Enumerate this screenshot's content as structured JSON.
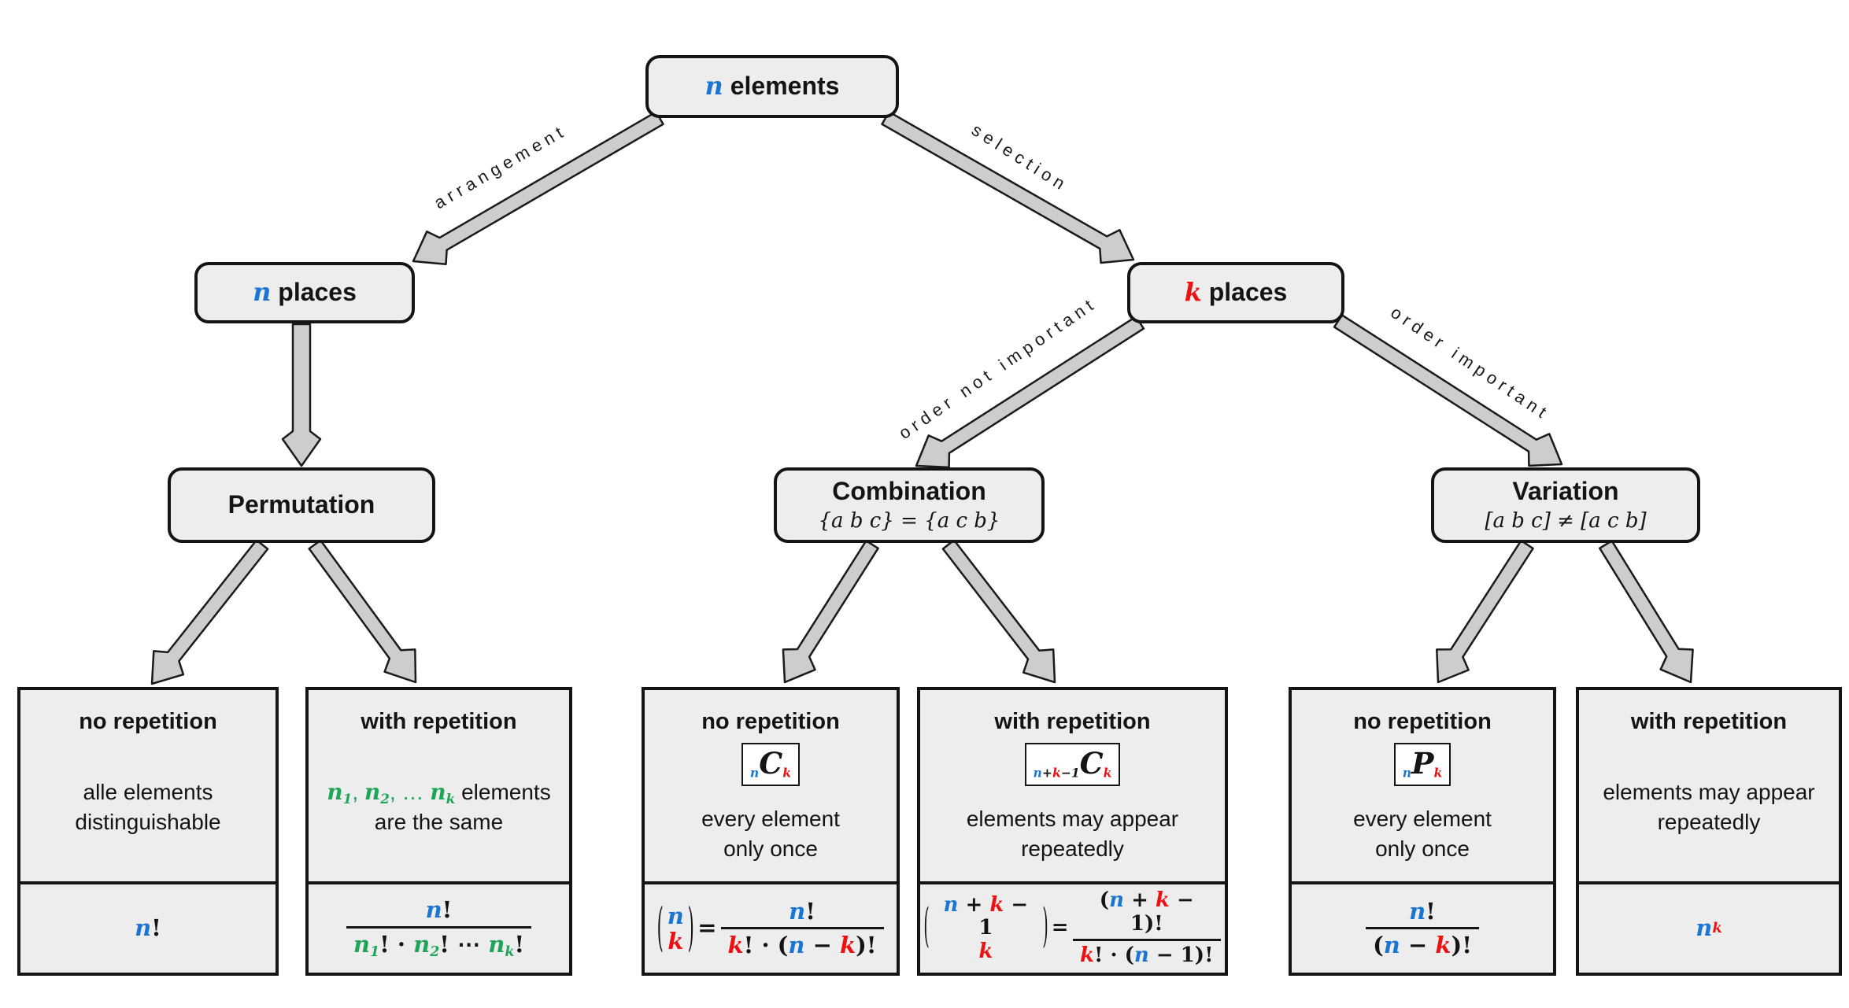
{
  "palette": {
    "blue": "#1a76d2",
    "red": "#ee1111",
    "green": "#1fa558",
    "black": "#141414"
  },
  "nodes": {
    "root": {
      "title": [
        {
          "s": "n",
          "c": "blue",
          "v": 1
        },
        {
          "s": " elements"
        }
      ]
    },
    "n_places": {
      "title": [
        {
          "s": "n",
          "c": "blue",
          "v": 1
        },
        {
          "s": " places"
        }
      ]
    },
    "k_places": {
      "title": [
        {
          "s": "k",
          "c": "red",
          "v": 1
        },
        {
          "s": " places"
        }
      ]
    },
    "permutation": {
      "title": [
        {
          "s": "Permutation"
        }
      ]
    },
    "combination": {
      "title": [
        {
          "s": "Combination"
        }
      ],
      "subtitle": [
        {
          "s": "{a b c} = {a c b}",
          "m": 1
        }
      ]
    },
    "variation": {
      "title": [
        {
          "s": "Variation"
        }
      ],
      "subtitle": [
        {
          "s": "[a b c] ≠ [a c b]",
          "m": 1
        }
      ]
    }
  },
  "edges": {
    "arrangement": "arrangement",
    "selection": "selection",
    "order_not_important": "order not important",
    "order_important": "order important"
  },
  "leaves": [
    {
      "id": "permutation-no-repetition",
      "title": "no repetition",
      "desc": [
        [
          {
            "s": "alle elements"
          }
        ],
        [
          {
            "s": "distinguishable"
          }
        ]
      ],
      "formula": [
        {
          "s": "n",
          "c": "blue",
          "v": 1
        },
        {
          "s": "!"
        }
      ]
    },
    {
      "id": "permutation-with-repetition",
      "title": "with repetition",
      "desc": [
        [
          {
            "s": "n",
            "c": "green",
            "v": 1
          },
          {
            "s": "1",
            "c": "green",
            "v": 1,
            "sub": 1
          },
          {
            "s": ", ",
            "c": "green"
          },
          {
            "s": "n",
            "c": "green",
            "v": 1
          },
          {
            "s": "2",
            "c": "green",
            "v": 1,
            "sub": 1
          },
          {
            "s": ", … ",
            "c": "green"
          },
          {
            "s": "n",
            "c": "green",
            "v": 1
          },
          {
            "s": "k",
            "c": "green",
            "v": 1,
            "sub": 1
          },
          {
            "s": " elements"
          }
        ],
        [
          {
            "s": "are the same"
          }
        ]
      ],
      "formula": [
        {
          "frac": {
            "num": [
              {
                "s": "n",
                "c": "blue",
                "v": 1
              },
              {
                "s": "!"
              }
            ],
            "den": [
              {
                "s": "n",
                "c": "green",
                "v": 1
              },
              {
                "s": "1",
                "c": "green",
                "v": 1,
                "sub": 1
              },
              {
                "s": "! · "
              },
              {
                "s": "n",
                "c": "green",
                "v": 1
              },
              {
                "s": "2",
                "c": "green",
                "v": 1,
                "sub": 1
              },
              {
                "s": "! ⋯ "
              },
              {
                "s": "n",
                "c": "green",
                "v": 1
              },
              {
                "s": "k",
                "c": "green",
                "v": 1,
                "sub": 1
              },
              {
                "s": "!"
              }
            ]
          }
        }
      ]
    },
    {
      "id": "combination-no-repetition",
      "title": "no repetition",
      "badge": [
        {
          "s": "n",
          "c": "blue",
          "v": 1,
          "sub": 1
        },
        {
          "s": "C",
          "v": 1,
          "big": 1
        },
        {
          "s": "k",
          "c": "red",
          "v": 1,
          "sub": 1
        }
      ],
      "desc": [
        [
          {
            "s": "every element"
          }
        ],
        [
          {
            "s": "only once"
          }
        ]
      ],
      "formula": [
        {
          "binom": {
            "top": [
              {
                "s": "n",
                "c": "blue",
                "v": 1
              }
            ],
            "bot": [
              {
                "s": "k",
                "c": "red",
                "v": 1
              }
            ]
          }
        },
        {
          "s": " = "
        },
        {
          "frac": {
            "num": [
              {
                "s": "n",
                "c": "blue",
                "v": 1
              },
              {
                "s": "!"
              }
            ],
            "den": [
              {
                "s": "k",
                "c": "red",
                "v": 1
              },
              {
                "s": "! · ("
              },
              {
                "s": "n",
                "c": "blue",
                "v": 1
              },
              {
                "s": " − "
              },
              {
                "s": "k",
                "c": "red",
                "v": 1
              },
              {
                "s": ")!"
              }
            ]
          }
        }
      ]
    },
    {
      "id": "combination-with-repetition",
      "title": "with repetition",
      "badge": [
        {
          "s": "n",
          "c": "blue",
          "v": 1,
          "sub": 1
        },
        {
          "s": "+",
          "v": 1,
          "sub": 1
        },
        {
          "s": "k",
          "c": "red",
          "v": 1,
          "sub": 1
        },
        {
          "s": "−1",
          "v": 1,
          "sub": 1
        },
        {
          "s": "C",
          "v": 1,
          "big": 1
        },
        {
          "s": "k",
          "c": "red",
          "v": 1,
          "sub": 1
        }
      ],
      "desc": [
        [
          {
            "s": "elements may appear"
          }
        ],
        [
          {
            "s": "repeatedly"
          }
        ]
      ],
      "formula": [
        {
          "binom": {
            "top": [
              {
                "s": "n",
                "c": "blue",
                "v": 1
              },
              {
                "s": " + "
              },
              {
                "s": "k",
                "c": "red",
                "v": 1
              },
              {
                "s": " − 1"
              }
            ],
            "bot": [
              {
                "s": "k",
                "c": "red",
                "v": 1
              }
            ]
          }
        },
        {
          "s": " = "
        },
        {
          "frac": {
            "num": [
              {
                "s": "("
              },
              {
                "s": "n",
                "c": "blue",
                "v": 1
              },
              {
                "s": " + "
              },
              {
                "s": "k",
                "c": "red",
                "v": 1
              },
              {
                "s": " − 1)!"
              }
            ],
            "den": [
              {
                "s": "k",
                "c": "red",
                "v": 1
              },
              {
                "s": "! · ("
              },
              {
                "s": "n",
                "c": "blue",
                "v": 1
              },
              {
                "s": " − 1)!"
              }
            ]
          }
        }
      ]
    },
    {
      "id": "variation-no-repetition",
      "title": "no repetition",
      "badge": [
        {
          "s": "n",
          "c": "blue",
          "v": 1,
          "sub": 1
        },
        {
          "s": "P",
          "v": 1,
          "big": 1
        },
        {
          "s": "k",
          "c": "red",
          "v": 1,
          "sub": 1
        }
      ],
      "desc": [
        [
          {
            "s": "every element"
          }
        ],
        [
          {
            "s": "only once"
          }
        ]
      ],
      "formula": [
        {
          "frac": {
            "num": [
              {
                "s": "n",
                "c": "blue",
                "v": 1
              },
              {
                "s": "!"
              }
            ],
            "den": [
              {
                "s": "("
              },
              {
                "s": "n",
                "c": "blue",
                "v": 1
              },
              {
                "s": " − "
              },
              {
                "s": "k",
                "c": "red",
                "v": 1
              },
              {
                "s": ")!"
              }
            ]
          }
        }
      ]
    },
    {
      "id": "variation-with-repetition",
      "title": "with repetition",
      "desc": [
        [
          {
            "s": "elements may appear"
          }
        ],
        [
          {
            "s": "repeatedly"
          }
        ]
      ],
      "formula": [
        {
          "s": "n",
          "c": "blue",
          "v": 1
        },
        {
          "s": "k",
          "c": "red",
          "v": 1,
          "sup": 1
        }
      ]
    }
  ]
}
